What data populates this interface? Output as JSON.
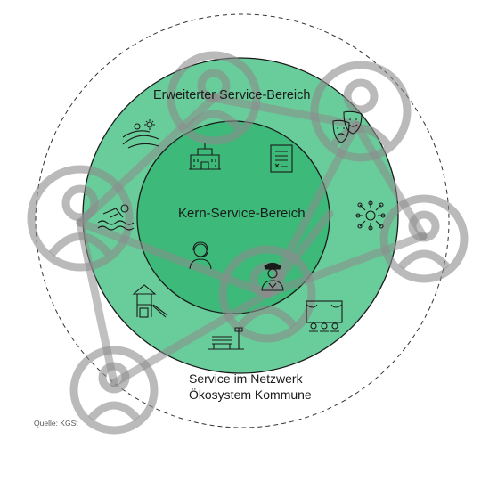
{
  "labels": {
    "extended": "Erweiterter Service-Bereich",
    "core": "Kern-Service-Bereich",
    "network_line1": "Service im Netzwerk",
    "network_line2": "Ökosystem Kommune",
    "source": "Quelle: KGSt"
  },
  "colors": {
    "green": "#3dbf7d",
    "network_gray": "#a9a9a9",
    "line": "#1a1a1a"
  },
  "icons": {
    "core": [
      "town-hall-icon",
      "document-icon",
      "call-center-icon",
      "police-officer-icon"
    ],
    "extended": [
      "farmland-icon",
      "theater-masks-icon",
      "swimmer-icon",
      "community-icon",
      "playground-icon",
      "stage-icon",
      "park-bench-icon"
    ]
  }
}
